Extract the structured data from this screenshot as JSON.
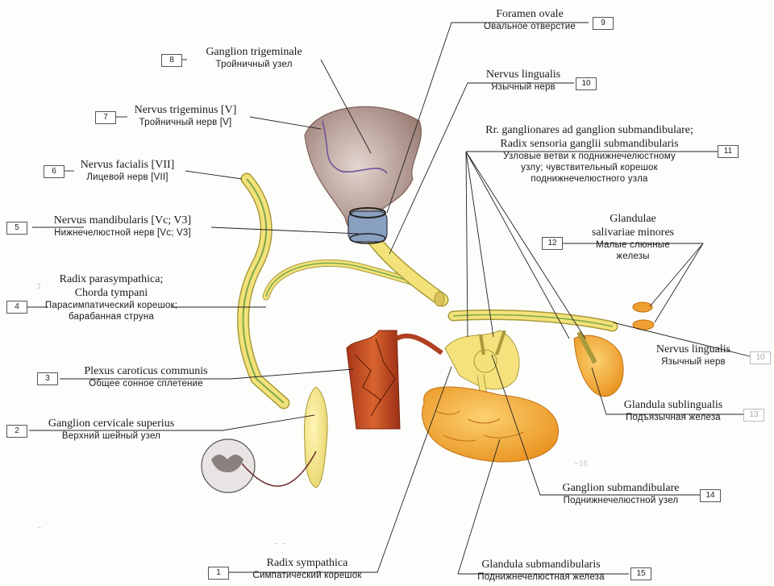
{
  "labels": [
    {
      "num": "1",
      "lat": "Radix sympathica",
      "rus": "Симпатический корешок"
    },
    {
      "num": "2",
      "lat": "Ganglion cervicale superius",
      "rus": "Верхний шейный узел"
    },
    {
      "num": "3",
      "lat": "Plexus caroticus communis",
      "rus": "Общее сонное сплетение"
    },
    {
      "num": "4",
      "lat": "Radix parasympathica;\nChorda tympani",
      "rus": "Парасимпатический корешок;\nбарабанная струна"
    },
    {
      "num": "5",
      "lat": "Nervus mandibularis [Vc; V3]",
      "rus": "Нижнечелюстной нерв [Vc; V3]"
    },
    {
      "num": "6",
      "lat": "Nervus facialis [VII]",
      "rus": "Лицевой нерв [VII]"
    },
    {
      "num": "7",
      "lat": "Nervus trigeminus [V]",
      "rus": "Тройничный нерв [V]"
    },
    {
      "num": "8",
      "lat": "Ganglion trigeminale",
      "rus": "Тройничный узел"
    },
    {
      "num": "9",
      "lat": "Foramen ovale",
      "rus": "Овальное отверстие"
    },
    {
      "num": "10",
      "lat": "Nervus lingualis",
      "rus": "Язычный нерв"
    },
    {
      "num": "11",
      "lat": "Rr. ganglionares ad ganglion submandibulare;\nRadix sensoria ganglii submandibularis",
      "rus": "Узловые ветви к поднижнечелюстному\nузлу; чувствительный корешок\nподнижнечелюстного узла"
    },
    {
      "num": "12",
      "lat": "Glandulae\nsalivariae minores",
      "rus": "Малые слюнные\nжелезы"
    },
    {
      "num": "10",
      "lat": "Nervus lingualis",
      "rus": "Язычный нерв"
    },
    {
      "num": "13",
      "lat": "Glandula sublingualis",
      "rus": "Подъязычная железа"
    },
    {
      "num": "14",
      "lat": "Ganglion submandibulare",
      "rus": "Поднижнечелюстной узел"
    },
    {
      "num": "15",
      "lat": "Glandula submandibularis",
      "rus": "Поднижнечелюстная железа"
    }
  ],
  "margin_marks": [
    "1",
    "~",
    "~ ~",
    "~16"
  ],
  "colors": {
    "nerve_yellow": "#f3e27a",
    "nerve_outline": "#a89a3a",
    "nerve_green_stripe": "#7aa84a",
    "gland_orange": "#f5a530",
    "artery_red": "#c0481c",
    "ganglion_gray": "#b8a49c",
    "text": "#1a1a1a"
  }
}
